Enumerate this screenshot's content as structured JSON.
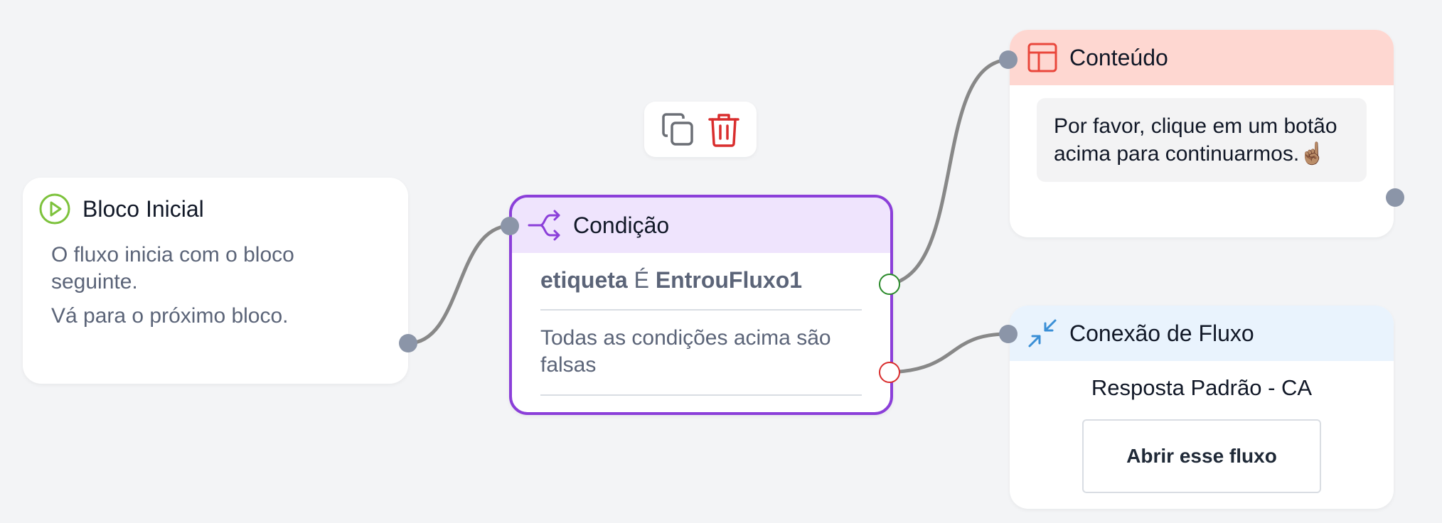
{
  "toolbar": {
    "duplicate_icon": "copy-icon",
    "delete_icon": "trash-icon"
  },
  "start_node": {
    "title": "Bloco Inicial",
    "icon": "play-circle-icon",
    "lines": [
      "O fluxo inicia com o bloco seguinte.",
      "Vá para o próximo bloco."
    ]
  },
  "condition_node": {
    "title": "Condição",
    "icon": "split-arrows-icon",
    "condition": {
      "field": "etiqueta",
      "operator": "É",
      "value": "EntrouFluxo1"
    },
    "else_text": "Todas as condições acima são falsas"
  },
  "content_node": {
    "title": "Conteúdo",
    "icon": "layout-icon",
    "message": "Por favor, clique em um botão acima para continuarmos.☝🏽"
  },
  "flow_node": {
    "title": "Conexão de Fluxo",
    "icon": "collapse-arrows-icon",
    "flow_name": "Resposta Padrão - CA",
    "open_button": "Abrir esse fluxo"
  },
  "colors": {
    "canvas": "#f3f4f6",
    "condition_border": "#8b3fd9",
    "condition_header": "#efe4fd",
    "content_header": "#fed7d1",
    "flow_header": "#e9f3fd",
    "edge": "#888888",
    "handle": "#8b95a8",
    "true_handle": "#2a8a2a",
    "false_handle": "#d92d2d"
  }
}
